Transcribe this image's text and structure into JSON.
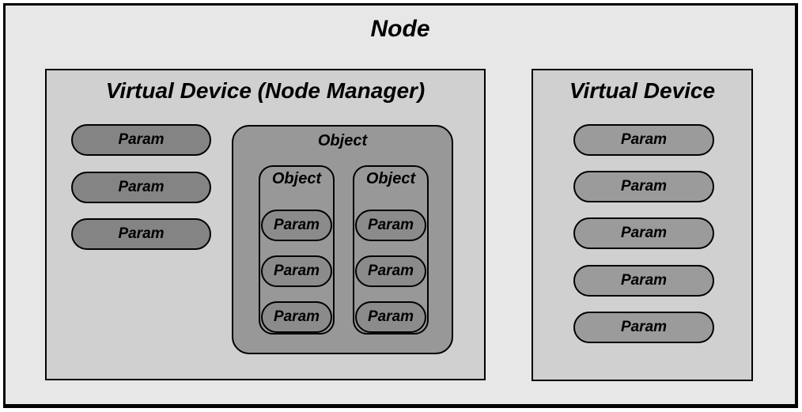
{
  "node": {
    "title": "Node"
  },
  "node_manager_device": {
    "title": "Virtual Device (Node Manager)",
    "params": [
      "Param",
      "Param",
      "Param"
    ],
    "object": {
      "title": "Object",
      "sub_objects": [
        {
          "title": "Object",
          "params": [
            "Param",
            "Param",
            "Param"
          ]
        },
        {
          "title": "Object",
          "params": [
            "Param",
            "Param",
            "Param"
          ]
        }
      ]
    }
  },
  "virtual_device": {
    "title": "Virtual Device",
    "params": [
      "Param",
      "Param",
      "Param",
      "Param",
      "Param"
    ]
  },
  "colors": {
    "node_bg": "#e7e7e7",
    "device_bg": "#d0d0d0",
    "object_bg": "#989898",
    "param_dark": "#848484",
    "param_inner": "#8b8b8b",
    "param_light": "#9b9b9b",
    "line": "#000000",
    "text": "#000000",
    "page_bg": "#ffffff"
  }
}
